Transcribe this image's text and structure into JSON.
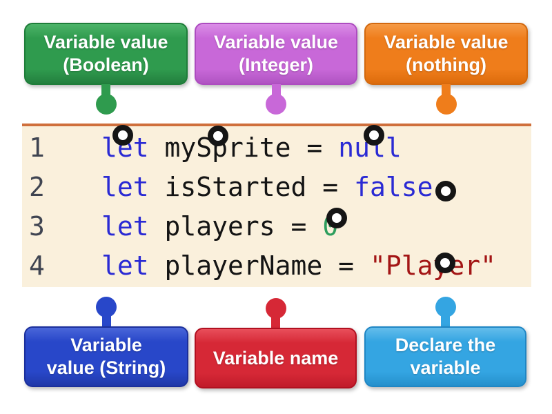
{
  "page": {
    "background": "#ffffff"
  },
  "labels": {
    "top": [
      {
        "lines": [
          "Variable value",
          "(Boolean)"
        ],
        "color": "#2f9b4e",
        "border": "#1e7d39"
      },
      {
        "lines": [
          "Variable value",
          "(Integer)"
        ],
        "color": "#c868d8",
        "border": "#ad4cc0"
      },
      {
        "lines": [
          "Variable value",
          "(nothing)"
        ],
        "color": "#ef7d1b",
        "border": "#d2690f"
      }
    ],
    "bottom": [
      {
        "lines": [
          "Variable",
          "value (String)"
        ],
        "color": "#2847c9",
        "border": "#1b2f9b"
      },
      {
        "lines": [
          "Variable name"
        ],
        "color": "#d62836",
        "border": "#b11020"
      },
      {
        "lines": [
          "Declare the",
          "variable"
        ],
        "color": "#34a5e2",
        "border": "#1f86c4"
      }
    ]
  },
  "code_panel": {
    "background": "#faf0dc",
    "top_border_color": "#cf6f3c",
    "token_colors": {
      "keyword": "#2a2ad4",
      "plain": "#141414",
      "number": "#2d9e5d",
      "string": "#a31515",
      "line_number": "#3f4451"
    },
    "lines": [
      {
        "num": "1",
        "tokens": [
          {
            "text": "let",
            "type": "keyword"
          },
          {
            "text": " mySprite = ",
            "type": "plain"
          },
          {
            "text": "null",
            "type": "keyword"
          }
        ]
      },
      {
        "num": "2",
        "tokens": [
          {
            "text": "let",
            "type": "keyword"
          },
          {
            "text": " isStarted = ",
            "type": "plain"
          },
          {
            "text": "false",
            "type": "keyword"
          }
        ]
      },
      {
        "num": "3",
        "tokens": [
          {
            "text": "let",
            "type": "keyword"
          },
          {
            "text": " players = ",
            "type": "plain"
          },
          {
            "text": "0",
            "type": "number"
          }
        ]
      },
      {
        "num": "4",
        "tokens": [
          {
            "text": "let",
            "type": "keyword"
          },
          {
            "text": " playerName = ",
            "type": "plain"
          },
          {
            "text": "\"Player\"",
            "type": "string"
          }
        ]
      }
    ]
  },
  "answer_points": [
    {
      "on": "let (line 1)"
    },
    {
      "on": "mySprite (line 1)"
    },
    {
      "on": "null (line 1)"
    },
    {
      "on": "false (line 2)"
    },
    {
      "on": "0 (line 3)"
    },
    {
      "on": "\"Player\" (line 4)"
    }
  ]
}
